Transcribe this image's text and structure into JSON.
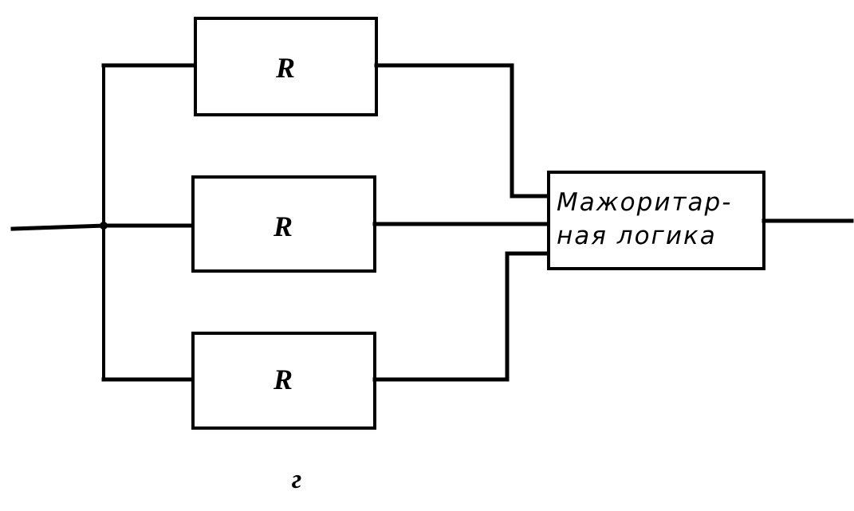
{
  "diagram": {
    "type": "block-diagram",
    "description": "Triple modular redundancy: input splits to three parallel R blocks feeding majority logic",
    "blocks": [
      {
        "id": "r1",
        "label": "R"
      },
      {
        "id": "r2",
        "label": "R"
      },
      {
        "id": "r3",
        "label": "R"
      }
    ],
    "voter": {
      "line1": "Мажоритар-",
      "line2": "ная логика"
    },
    "caption": "г",
    "connections": [
      {
        "from": "input",
        "to": "r1"
      },
      {
        "from": "input",
        "to": "r2"
      },
      {
        "from": "input",
        "to": "r3"
      },
      {
        "from": "r1",
        "to": "voter"
      },
      {
        "from": "r2",
        "to": "voter"
      },
      {
        "from": "r3",
        "to": "voter"
      },
      {
        "from": "voter",
        "to": "output"
      }
    ]
  }
}
